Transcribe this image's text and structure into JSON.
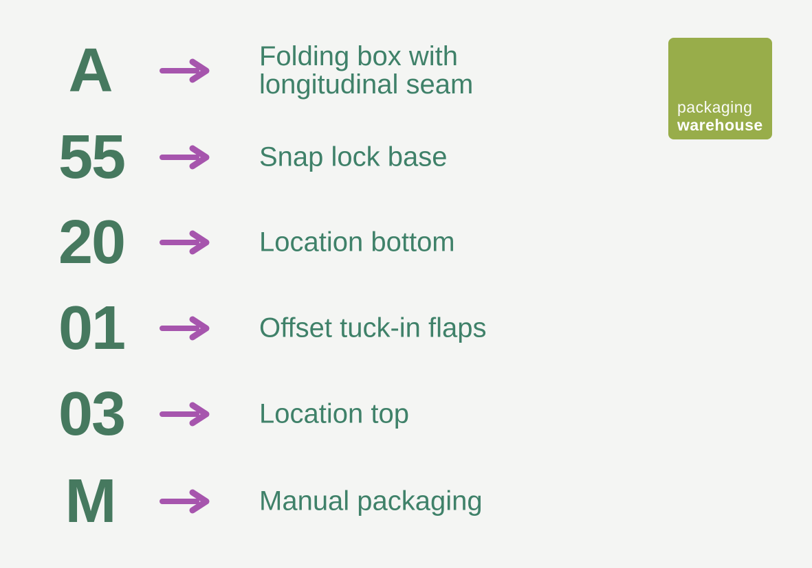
{
  "colors": {
    "background": "#f4f5f3",
    "code_green": "#46795f",
    "label_green": "#3f8169",
    "arrow_purple": "#a655ad",
    "logo_green": "#98ad4a",
    "logo_text": "#ffffff"
  },
  "rows": [
    {
      "code": "A",
      "label": "Folding box with longitudinal seam"
    },
    {
      "code": "55",
      "label": "Snap lock base"
    },
    {
      "code": "20",
      "label": "Location bottom"
    },
    {
      "code": "01",
      "label": "Offset tuck-in flaps"
    },
    {
      "code": "03",
      "label": "Location top"
    },
    {
      "code": "M",
      "label": "Manual packaging"
    }
  ],
  "logo": {
    "line1": "packaging",
    "line2": "warehouse"
  }
}
